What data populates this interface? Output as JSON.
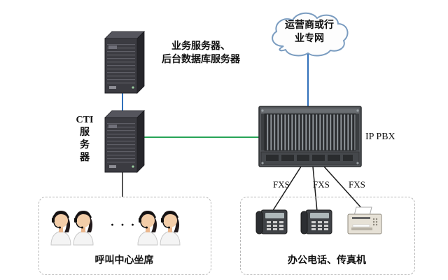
{
  "cloud": {
    "label": "运营商或行\n业专网"
  },
  "app_server": {
    "label": "业务服务器、\n后台数据库服务器"
  },
  "cti_server": {
    "label": "CTI\n服\n务\n器"
  },
  "ip_pbx": {
    "label": "IP PBX"
  },
  "fxs": {
    "labels": [
      "FXS",
      "FXS",
      "FXS"
    ]
  },
  "call_center": {
    "label": "呼叫中心坐席",
    "ellipsis": "· · ·"
  },
  "office": {
    "label": "办公电话、传真机"
  },
  "colors": {
    "blue_link": "#2f6fba",
    "green_link": "#27a457",
    "black_link": "#1c1c1c",
    "cloud_stroke": "#7a9cc0",
    "dashed_border": "#b5b5b5"
  }
}
